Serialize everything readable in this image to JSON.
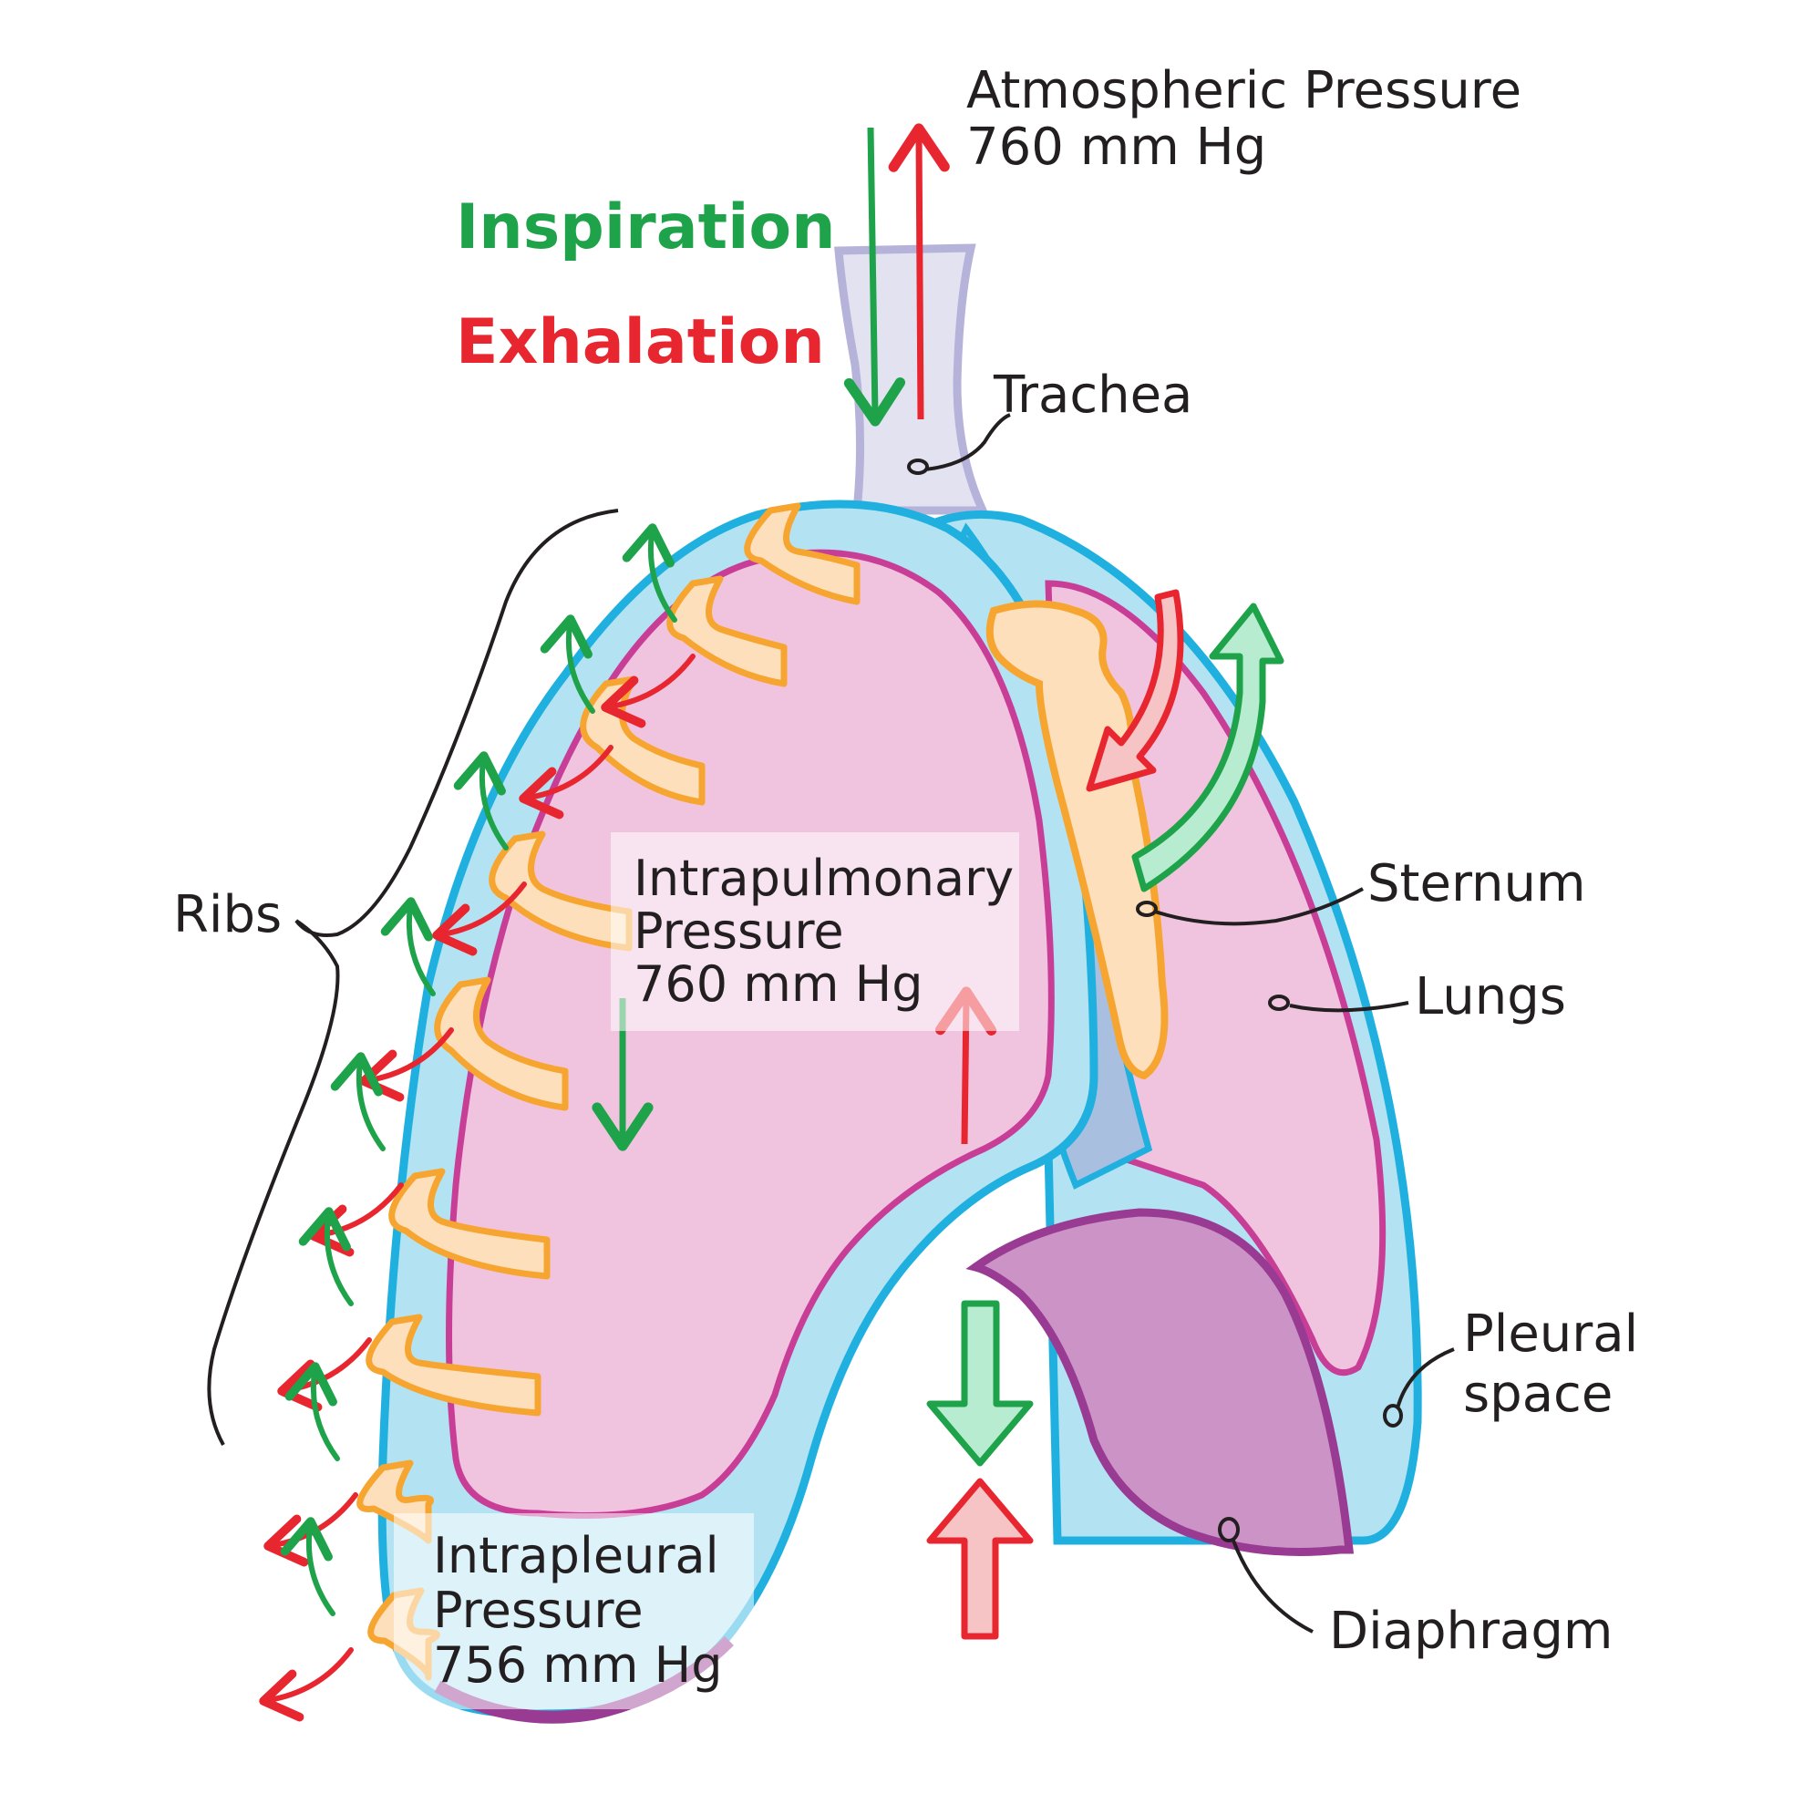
{
  "legend": {
    "inspiration": "Inspiration",
    "exhalation": "Exhalation"
  },
  "atmospheric": {
    "line1": "Atmospheric Pressure",
    "line2": "760 mm Hg"
  },
  "labels": {
    "trachea": "Trachea",
    "ribs": "Ribs",
    "sternum": "Sternum",
    "lungs": "Lungs",
    "pleural_line1": "Pleural",
    "pleural_line2": "space",
    "diaphragm": "Diaphragm"
  },
  "intrapulmonary": {
    "line1": "Intrapulmonary",
    "line2": "Pressure",
    "line3": "760 mm Hg"
  },
  "intrapleural": {
    "line1": "Intrapleural",
    "line2": "Pressure",
    "line3": "756 mm Hg"
  },
  "colors": {
    "inspiration": "#1fa34a",
    "exhalation": "#e8262f",
    "pleura_fill": "#b3e3f2",
    "pleura_stroke": "#1fb0df",
    "lung_fill": "#f0c4de",
    "lung_stroke": "#c83e97",
    "diaphragm_fill": "#cc94c6",
    "diaphragm_stroke": "#9a3b93",
    "rib_fill": "#fddfbb",
    "rib_stroke": "#f7a531",
    "trachea_fill": "#e3e2f1",
    "trachea_stroke": "#b6b3db"
  }
}
